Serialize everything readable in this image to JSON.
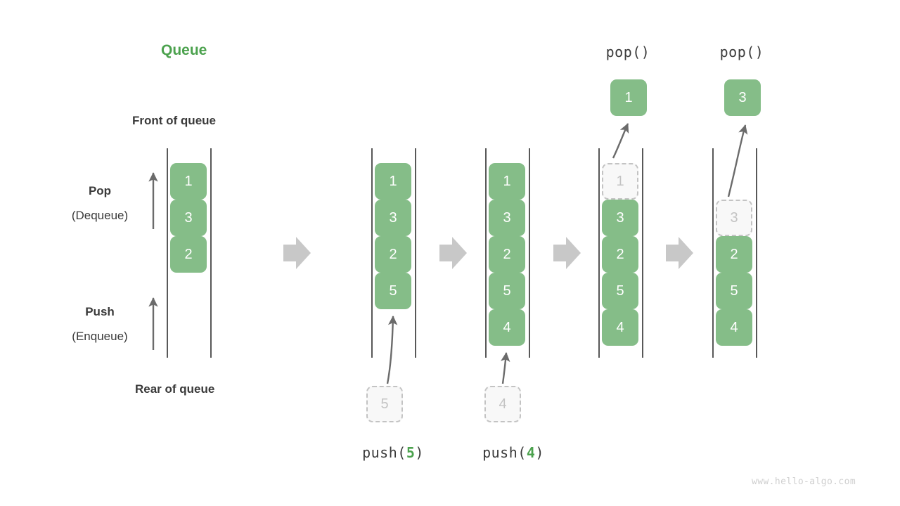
{
  "title": "Queue",
  "labels": {
    "front": "Front of queue",
    "rear": "Rear of queue",
    "pop_bold": "Pop",
    "pop_paren": "(Dequeue)",
    "push_bold": "Push",
    "push_paren": "(Enqueue)"
  },
  "watermark": "www.hello-algo.com",
  "colors": {
    "green": "#85bd88",
    "title_green": "#4ca24e",
    "text_dark": "#3a3a3a",
    "ghost_border": "#c3c3c3",
    "ghost_fill": "#f8f8f8",
    "rail": "#585858",
    "arrow_gray": "#6b6b6b",
    "step_arrow": "#c8c8c8",
    "watermark": "#cfcfcf"
  },
  "stages": [
    {
      "id": "initial",
      "caption_top": "",
      "caption_bottom": "",
      "items": [
        {
          "value": "1",
          "ghost": false
        },
        {
          "value": "3",
          "ghost": false
        },
        {
          "value": "2",
          "ghost": false
        }
      ],
      "incoming": null,
      "popped": null
    },
    {
      "id": "push-5",
      "caption_top": "",
      "caption_bottom_prefix": "push(",
      "caption_bottom_num": "5",
      "caption_bottom_suffix": ")",
      "items": [
        {
          "value": "1",
          "ghost": false
        },
        {
          "value": "3",
          "ghost": false
        },
        {
          "value": "2",
          "ghost": false
        },
        {
          "value": "5",
          "ghost": false
        }
      ],
      "incoming": {
        "value": "5"
      },
      "popped": null
    },
    {
      "id": "push-4",
      "caption_top": "",
      "caption_bottom_prefix": "push(",
      "caption_bottom_num": "4",
      "caption_bottom_suffix": ")",
      "items": [
        {
          "value": "1",
          "ghost": false
        },
        {
          "value": "3",
          "ghost": false
        },
        {
          "value": "2",
          "ghost": false
        },
        {
          "value": "5",
          "ghost": false
        },
        {
          "value": "4",
          "ghost": false
        }
      ],
      "incoming": {
        "value": "4"
      },
      "popped": null
    },
    {
      "id": "pop-1",
      "caption_top": "pop()",
      "items": [
        {
          "value": "1",
          "ghost": true
        },
        {
          "value": "3",
          "ghost": false
        },
        {
          "value": "2",
          "ghost": false
        },
        {
          "value": "5",
          "ghost": false
        },
        {
          "value": "4",
          "ghost": false
        }
      ],
      "incoming": null,
      "popped": {
        "value": "1"
      }
    },
    {
      "id": "pop-3",
      "caption_top": "pop()",
      "items": [
        {
          "value": "",
          "ghost": false,
          "empty": true
        },
        {
          "value": "3",
          "ghost": true
        },
        {
          "value": "2",
          "ghost": false
        },
        {
          "value": "5",
          "ghost": false
        },
        {
          "value": "4",
          "ghost": false
        }
      ],
      "incoming": null,
      "popped": {
        "value": "3"
      }
    }
  ],
  "step_arrows": 4
}
